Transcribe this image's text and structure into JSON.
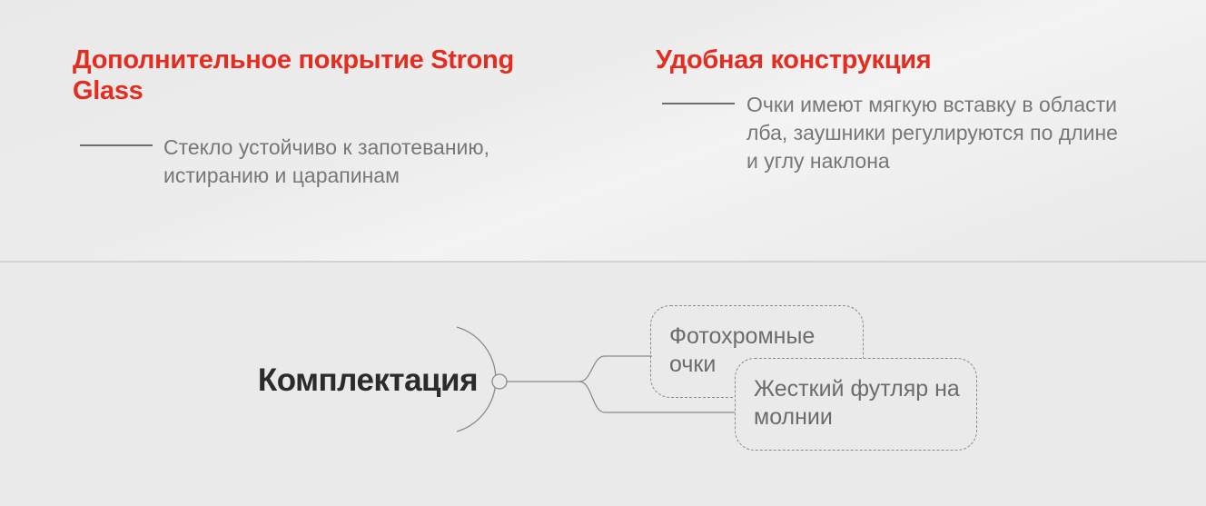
{
  "features": [
    {
      "title": "Дополнительное покрытие Strong Glass",
      "description": "Стекло устойчиво к запотеванию, истиранию и царапинам"
    },
    {
      "title": "Удобная конструкция",
      "description": "Очки имеют мягкую вставку в области лба, заушники регулируются по длине и углу наклона"
    }
  ],
  "kit": {
    "title": "Комплектация",
    "items": [
      {
        "label": "Фотохромные очки"
      },
      {
        "label": "Жесткий футляр на молнии"
      }
    ]
  },
  "colors": {
    "accent": "#e42d20",
    "title_dark": "#2b2b2b",
    "text_gray": "#777777",
    "line_gray": "#8a8a8a"
  }
}
